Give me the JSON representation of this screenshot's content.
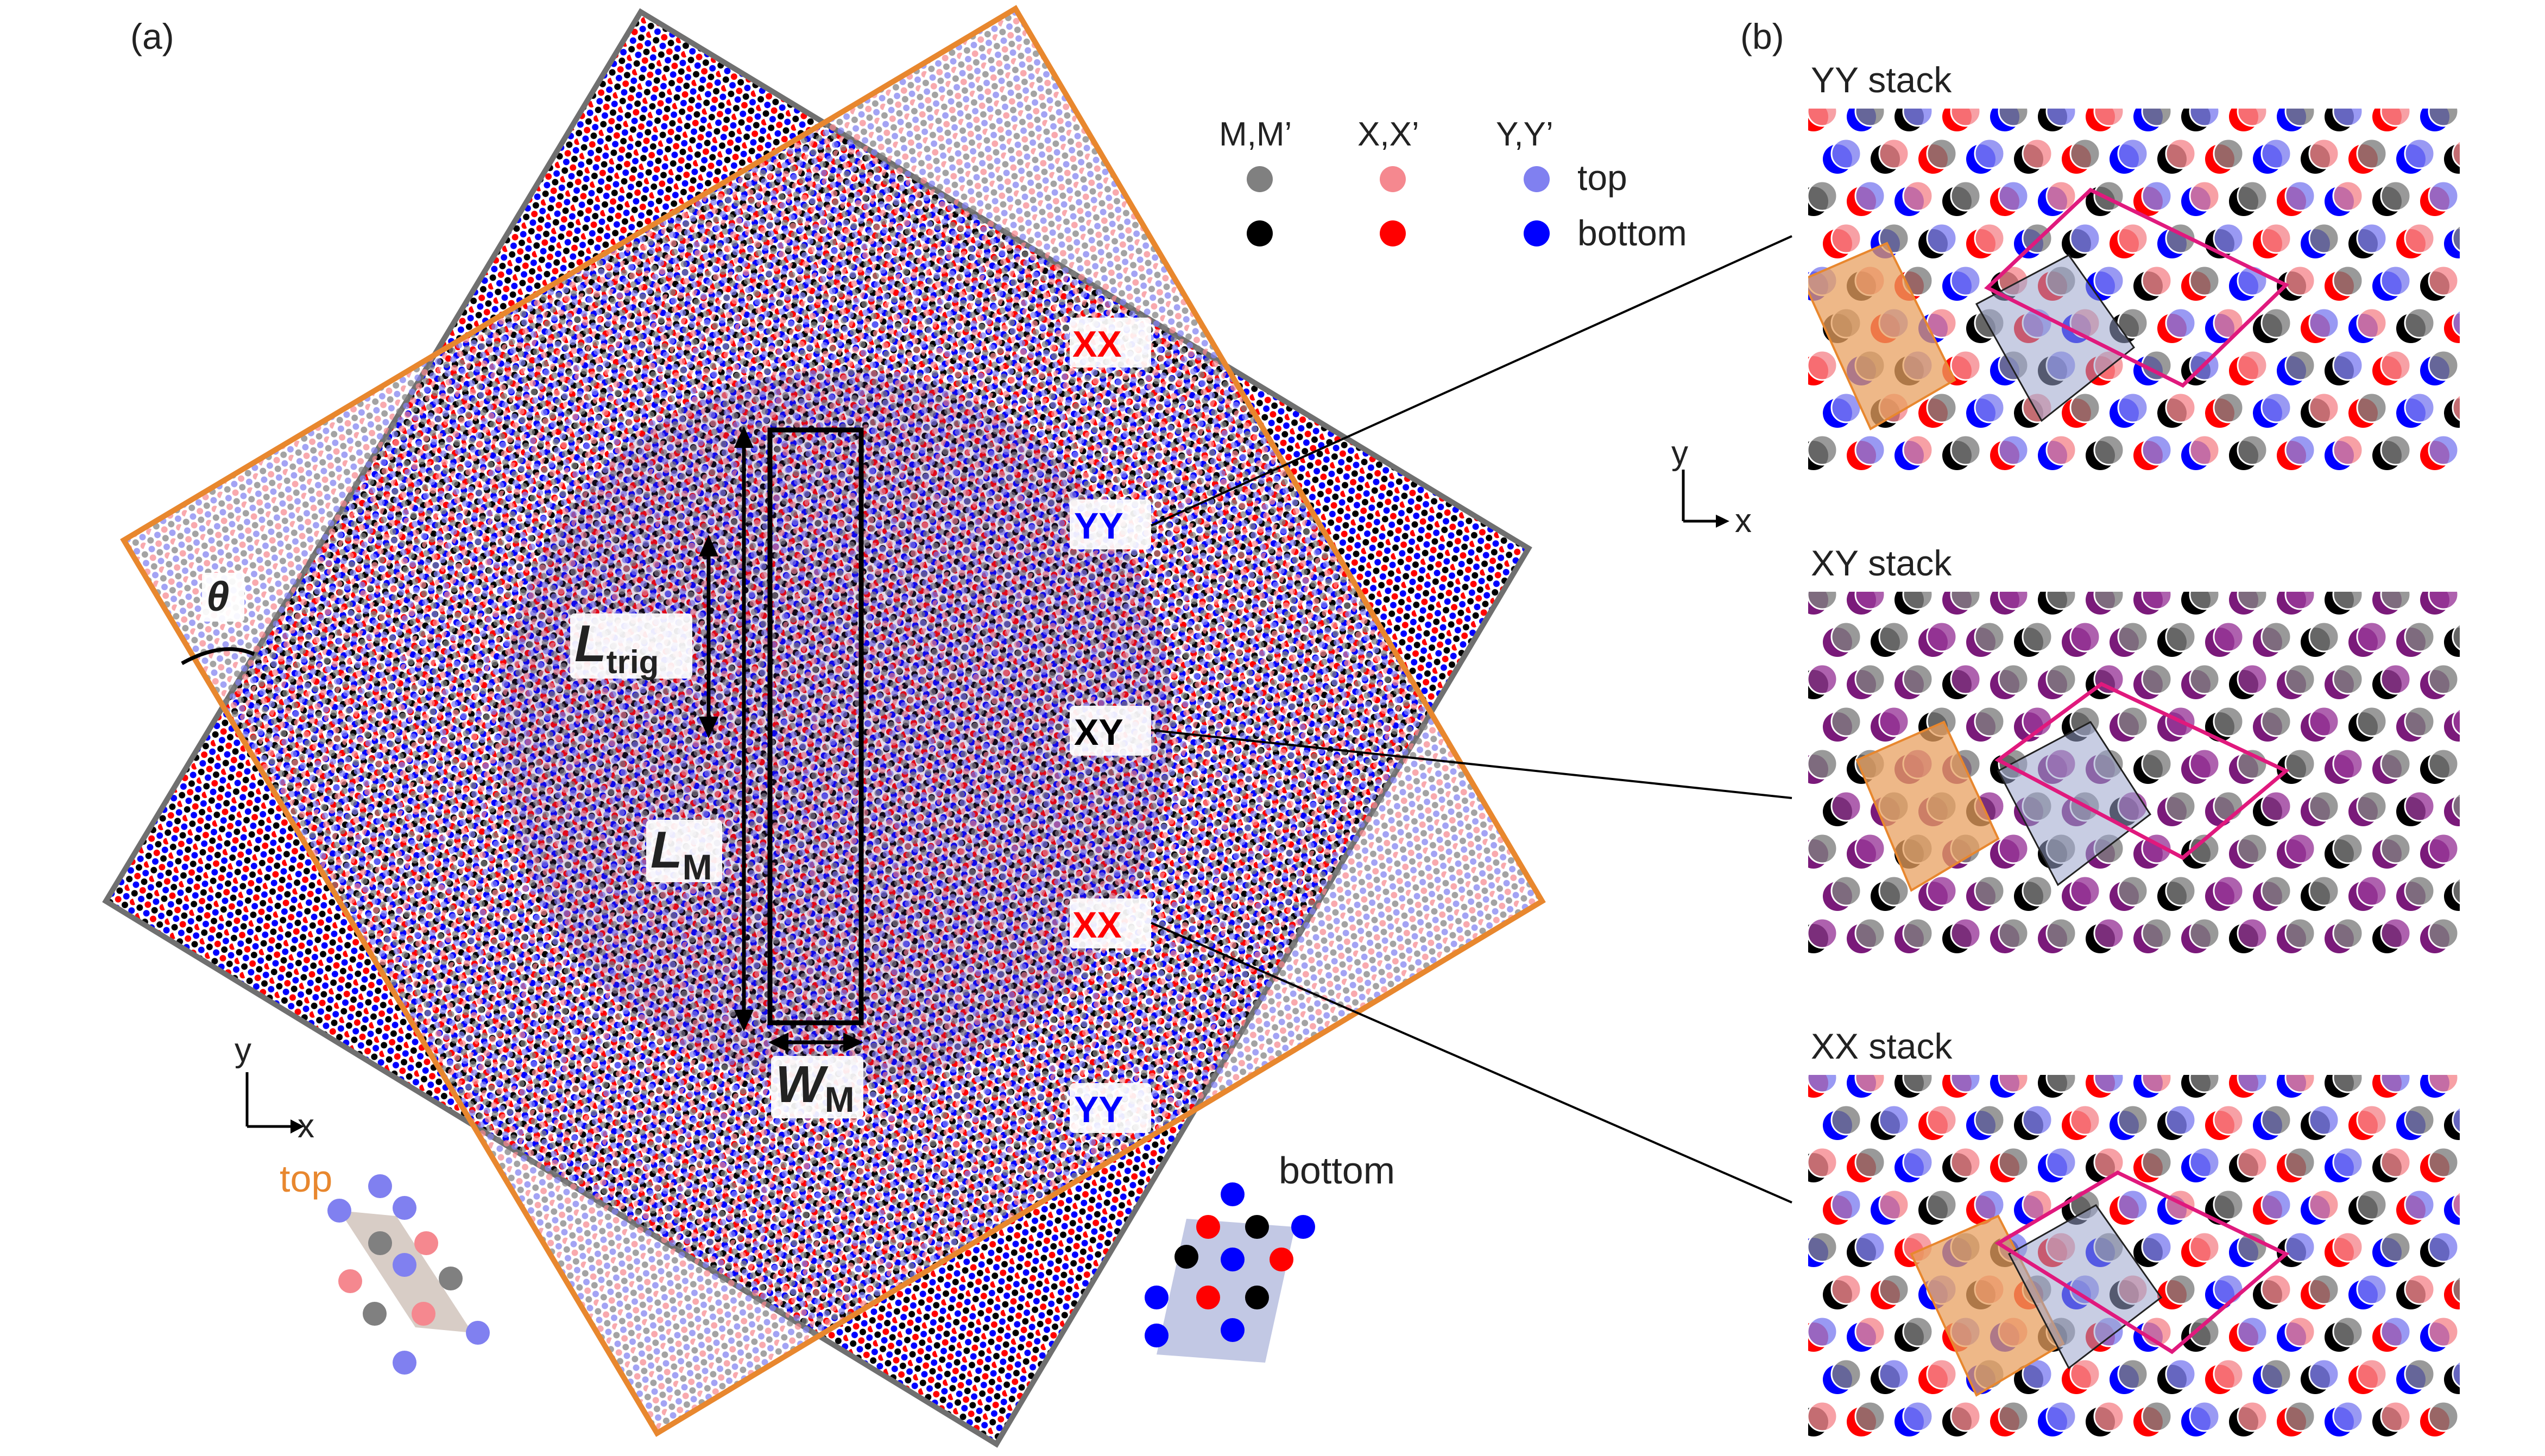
{
  "panel_a": {
    "label": "(a)",
    "theta": "θ",
    "L_trig": {
      "main": "L",
      "sub": "trig"
    },
    "L_M": {
      "main": "L",
      "sub": "M"
    },
    "W_M": {
      "main": "W",
      "sub": "M"
    },
    "region_labels": [
      "XX",
      "YY",
      "XY",
      "XX",
      "YY"
    ],
    "axis": {
      "y": "y",
      "x": "x"
    },
    "top_label": "top",
    "bottom_label": "bottom"
  },
  "legend": {
    "columns": [
      "M,M’",
      "X,X’",
      "Y,Y’"
    ],
    "rows": [
      "top",
      "bottom"
    ],
    "colors": {
      "M_top": "#808080",
      "M_bottom": "#000000",
      "X_top": "#f5888f",
      "X_bottom": "#ff0000",
      "Y_top": "#8080f0",
      "Y_bottom": "#0000ff"
    }
  },
  "panel_b": {
    "label": "(b)",
    "stacks": [
      "YY stack",
      "XY stack",
      "XX stack"
    ],
    "axis": {
      "y": "y",
      "x": "x"
    }
  },
  "colors": {
    "top_frame": "#e8872e",
    "bottom_frame": "#707070",
    "hexagon": "#e0197d",
    "cell_top": "#e8a060",
    "cell_bottom": "#9aa4cc",
    "xx_label": "#ff0000",
    "yy_label": "#0000ff",
    "xy_label": "#000000"
  }
}
